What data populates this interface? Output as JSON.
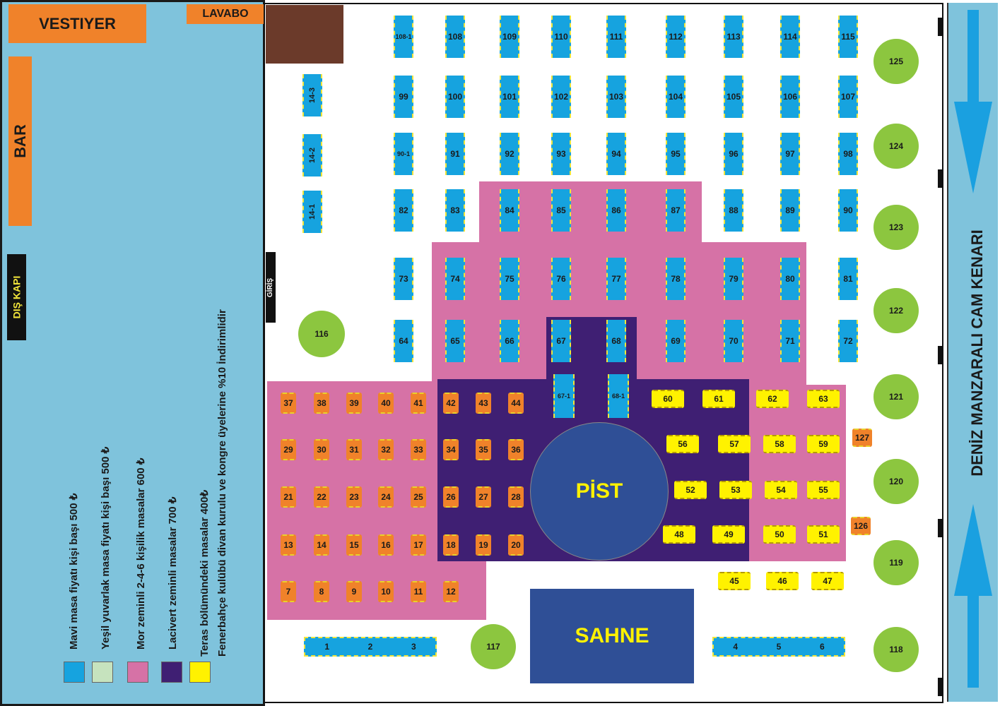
{
  "terrace": {
    "vestiyer": "VESTIYER",
    "lavabo": "LAVABO",
    "bar": "BAR",
    "dis_kapi": "DIŞ KAPI",
    "legend": [
      {
        "text": "Mavi masa fiyatı kişi başı 500 ₺",
        "color": "#16a3df"
      },
      {
        "text": "Yeşil yuvarlak masa fiyatı kişi başı 500 ₺",
        "color": "#c6e3be"
      },
      {
        "text": "Mor zeminli 2-4-6 kişilik masalar 600 ₺",
        "color": "#d672a6"
      },
      {
        "text": "Lacivert zeminli masalar 700 ₺",
        "color": "#3f1f73"
      },
      {
        "text": "Teras bölümündeki masalar 400₺",
        "color": "#fff200"
      }
    ],
    "legend_note": "Fenerbahçe kulübü divan kurulu ve kongre üyelerine %10 İndirimlidir"
  },
  "hall": {
    "giris": "GİRİŞ",
    "pist": "PİST",
    "sahne": "SAHNE",
    "window_label": "DENİZ MANZARALI CAM KENARI"
  },
  "colors": {
    "blue": "#16a3df",
    "green": "#8cc63f",
    "pink": "#d672a6",
    "navy": "#3f1f73",
    "yellow": "#fff200",
    "orange": "#f0822a",
    "terrace": "#7fc3dc",
    "stage": "#2f4f96",
    "brown": "#6b3a2a"
  },
  "tables": {
    "blue_top": [
      "108-1",
      "108",
      "109",
      "110",
      "111",
      "112",
      "113",
      "114",
      "115"
    ],
    "blue_row2": [
      "99",
      "100",
      "101",
      "102",
      "103",
      "104",
      "105",
      "106",
      "107"
    ],
    "blue_row3": [
      "90-1",
      "91",
      "92",
      "93",
      "94",
      "95",
      "96",
      "97",
      "98"
    ],
    "blue_row4": [
      "82",
      "83",
      "84",
      "85",
      "86",
      "87",
      "88",
      "89",
      "90"
    ],
    "blue_row5": [
      "73",
      "74",
      "75",
      "76",
      "77",
      "78",
      "79",
      "80",
      "81"
    ],
    "blue_row6": [
      "64",
      "65",
      "66",
      "67",
      "68",
      "69",
      "70",
      "71",
      "72"
    ],
    "blue_side": [
      "14-3",
      "14-2",
      "14-1"
    ],
    "blue_67_68": [
      "67-1",
      "68-1"
    ],
    "round_right": [
      "125",
      "124",
      "123",
      "122",
      "121",
      "120",
      "119",
      "118"
    ],
    "round_other": [
      "116",
      "117"
    ],
    "orange_row1": [
      "37",
      "38",
      "39",
      "40",
      "41",
      "42",
      "43",
      "44"
    ],
    "orange_row2": [
      "29",
      "30",
      "31",
      "32",
      "33",
      "34",
      "35",
      "36"
    ],
    "orange_row3": [
      "21",
      "22",
      "23",
      "24",
      "25",
      "26",
      "27",
      "28"
    ],
    "orange_row4": [
      "13",
      "14",
      "15",
      "16",
      "17",
      "18",
      "19",
      "20"
    ],
    "orange_row5": [
      "7",
      "8",
      "9",
      "10",
      "11",
      "12"
    ],
    "orange_side": [
      "127",
      "126"
    ],
    "yellow_row1": [
      "60",
      "61",
      "62",
      "63"
    ],
    "yellow_row2": [
      "56",
      "57",
      "58",
      "59"
    ],
    "yellow_row3": [
      "52",
      "53",
      "54",
      "55"
    ],
    "yellow_row4": [
      "48",
      "49",
      "50",
      "51"
    ],
    "yellow_row5": [
      "45",
      "46",
      "47"
    ],
    "long_left": [
      "1",
      "2",
      "3"
    ],
    "long_right": [
      "4",
      "5",
      "6"
    ]
  }
}
